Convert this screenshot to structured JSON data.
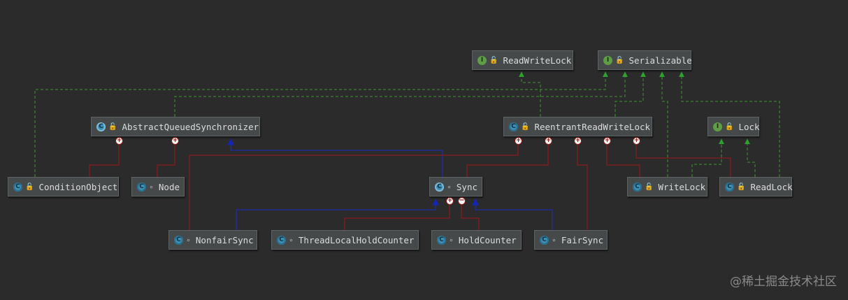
{
  "nodes": {
    "readwritelock": {
      "label": "ReadWriteLock",
      "kind": "interface",
      "icon": "interface-icon",
      "visibility": "public"
    },
    "serializable": {
      "label": "Serializable",
      "kind": "interface",
      "icon": "interface-icon",
      "visibility": "public"
    },
    "aqs": {
      "label": "AbstractQueuedSynchronizer",
      "kind": "abstract",
      "icon": "abstract-class-icon",
      "visibility": "public"
    },
    "rrwl": {
      "label": "ReentrantReadWriteLock",
      "kind": "class",
      "icon": "class-icon",
      "visibility": "public"
    },
    "lock": {
      "label": "Lock",
      "kind": "interface",
      "icon": "interface-icon",
      "visibility": "public"
    },
    "conditionobject": {
      "label": "ConditionObject",
      "kind": "class",
      "icon": "class-icon",
      "visibility": "public"
    },
    "node": {
      "label": "Node",
      "kind": "class",
      "icon": "class-icon",
      "visibility": "package"
    },
    "sync": {
      "label": "Sync",
      "kind": "abstract",
      "icon": "abstract-class-icon",
      "visibility": "package"
    },
    "writelock": {
      "label": "WriteLock",
      "kind": "class",
      "icon": "class-icon",
      "visibility": "public"
    },
    "readlock": {
      "label": "ReadLock",
      "kind": "class",
      "icon": "class-icon",
      "visibility": "public"
    },
    "nonfairsync": {
      "label": "NonfairSync",
      "kind": "class",
      "icon": "class-icon",
      "visibility": "package"
    },
    "threadlocalholdcounter": {
      "label": "ThreadLocalHoldCounter",
      "kind": "class",
      "icon": "class-icon",
      "visibility": "package"
    },
    "holdcounter": {
      "label": "HoldCounter",
      "kind": "class",
      "icon": "class-icon",
      "visibility": "package"
    },
    "fairsync": {
      "label": "FairSync",
      "kind": "class",
      "icon": "class-icon",
      "visibility": "package"
    }
  },
  "edges": [
    {
      "from": "rrwl",
      "to": "readwritelock",
      "type": "implements"
    },
    {
      "from": "rrwl",
      "to": "serializable",
      "type": "implements"
    },
    {
      "from": "aqs",
      "to": "serializable",
      "type": "implements"
    },
    {
      "from": "conditionobject",
      "to": "serializable",
      "type": "implements"
    },
    {
      "from": "writelock",
      "to": "serializable",
      "type": "implements"
    },
    {
      "from": "readlock",
      "to": "serializable",
      "type": "implements"
    },
    {
      "from": "writelock",
      "to": "lock",
      "type": "implements"
    },
    {
      "from": "readlock",
      "to": "lock",
      "type": "implements"
    },
    {
      "from": "sync",
      "to": "aqs",
      "type": "extends"
    },
    {
      "from": "nonfairsync",
      "to": "sync",
      "type": "extends"
    },
    {
      "from": "fairsync",
      "to": "sync",
      "type": "extends"
    },
    {
      "from": "conditionobject",
      "to": "aqs",
      "type": "inner"
    },
    {
      "from": "node",
      "to": "aqs",
      "type": "inner"
    },
    {
      "from": "sync",
      "to": "rrwl",
      "type": "inner"
    },
    {
      "from": "nonfairsync",
      "to": "rrwl",
      "type": "inner"
    },
    {
      "from": "fairsync",
      "to": "rrwl",
      "type": "inner"
    },
    {
      "from": "writelock",
      "to": "rrwl",
      "type": "inner"
    },
    {
      "from": "readlock",
      "to": "rrwl",
      "type": "inner"
    },
    {
      "from": "threadlocalholdcounter",
      "to": "sync",
      "type": "inner"
    },
    {
      "from": "holdcounter",
      "to": "sync",
      "type": "inner"
    }
  ],
  "colors": {
    "background": "#2b2b2b",
    "implements": "#3c9a2e",
    "extends": "#1c2fa8",
    "inner": "#7a1f1f"
  },
  "watermark": "@稀土掘金技术社区"
}
